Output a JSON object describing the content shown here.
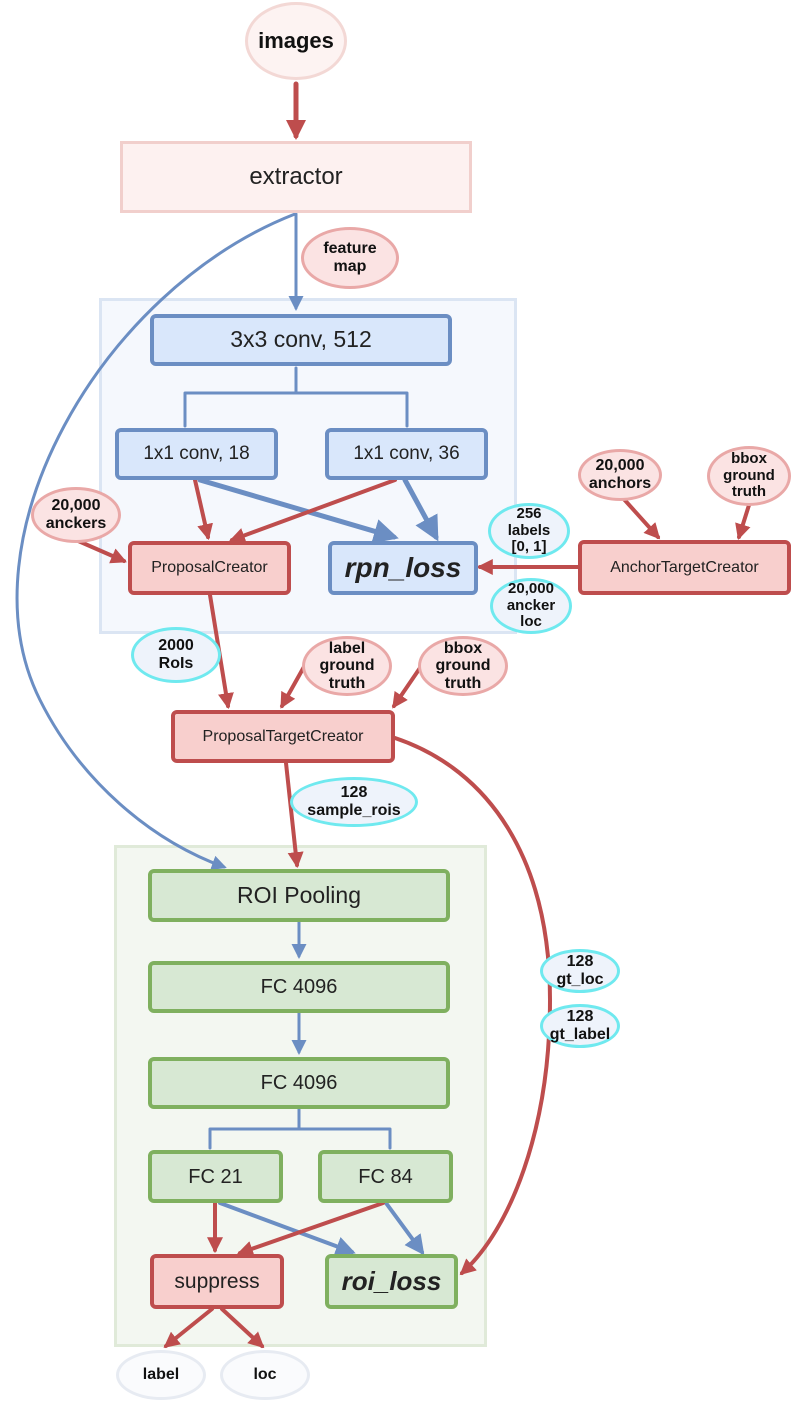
{
  "nodes": {
    "images": "images",
    "extractor": "extractor",
    "feature_map": "feature\nmap",
    "conv3x3": "3x3 conv, 512",
    "conv1x1_18": "1x1 conv, 18",
    "conv1x1_36": "1x1 conv, 36",
    "anckers": "20,000\nanckers",
    "proposal_creator": "ProposalCreator",
    "rpn_loss": "rpn_loss",
    "labels_256": "256\nlabels\n[0, 1]",
    "ancker_loc": "20,000\nancker\nloc",
    "anchors": "20,000\nanchors",
    "bbox_gt_top": "bbox\nground\ntruth",
    "anchor_target_creator": "AnchorTargetCreator",
    "rois_2000": "2000\nRoIs",
    "label_gt": "label\nground\ntruth",
    "bbox_gt": "bbox\nground\ntruth",
    "proposal_target_creator": "ProposalTargetCreator",
    "sample_rois": "128\nsample_rois",
    "roi_pooling": "ROI Pooling",
    "fc4096_a": "FC 4096",
    "fc4096_b": "FC 4096",
    "fc21": "FC 21",
    "fc84": "FC 84",
    "gt_loc": "128\ngt_loc",
    "gt_label": "128\ngt_label",
    "suppress": "suppress",
    "roi_loss": "roi_loss",
    "label_out": "label",
    "loc_out": "loc"
  },
  "colors": {
    "blue_edge": "#6b8ec3",
    "red_edge": "#be4d4d",
    "green_border": "#7fb05f",
    "cyan_border": "#6fe9ef",
    "pink_border": "#e9a8a7"
  }
}
